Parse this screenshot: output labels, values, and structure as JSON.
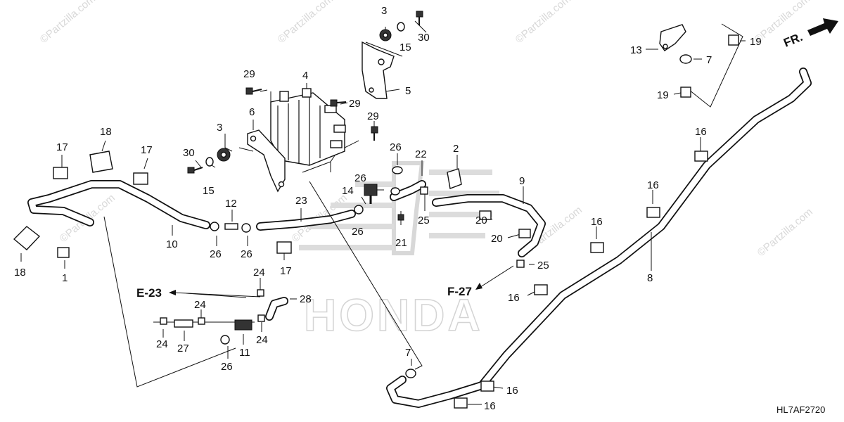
{
  "watermarks": {
    "top": [
      "©Partzilla.com",
      "©Partzilla.com",
      "©Partzilla.com",
      "©Partzilla.com"
    ],
    "right": "©Partzilla.com",
    "diag1": "©Partzilla.com",
    "diag2": "©Partzilla.com",
    "diag3": "©Partzilla.com"
  },
  "brand_watermark": "HONDA",
  "front_arrow_label": "FR.",
  "ref_labels": {
    "e23": "E-23",
    "f27": "F-27"
  },
  "diagram_code": "HL7AF2720",
  "colors": {
    "line": "#111111",
    "watermark": "#d8d8d8",
    "background": "#ffffff"
  },
  "callouts": {
    "c3a": "3",
    "c15a": "15",
    "c30a": "30",
    "c4": "4",
    "c5": "5",
    "c29a": "29",
    "c29b": "29",
    "c29c": "29",
    "c6": "6",
    "c3b": "3",
    "c30b": "30",
    "c15b": "15",
    "c26a": "26",
    "c22": "22",
    "c2": "2",
    "c26b": "26",
    "c14": "14",
    "c25a": "25",
    "c26c": "26",
    "c21": "21",
    "c23": "23",
    "c12": "12",
    "c26d": "26",
    "c26e": "26",
    "c10": "10",
    "c17a": "17",
    "c18a": "18",
    "c17b": "17",
    "c18b": "18",
    "c1": "1",
    "c17c": "17",
    "c9": "9",
    "c20a": "20",
    "c20b": "20",
    "c25b": "25",
    "c16a": "16",
    "c16b": "16",
    "c16c": "16",
    "c16d": "16",
    "c16e": "16",
    "c16f": "16",
    "c8": "8",
    "c13": "13",
    "c7a": "7",
    "c19a": "19",
    "c19b": "19",
    "c24a": "24",
    "c24b": "24",
    "c24c": "24",
    "c24d": "24",
    "c28": "28",
    "c27": "27",
    "c11": "11",
    "c26f": "26",
    "c7b": "7"
  }
}
